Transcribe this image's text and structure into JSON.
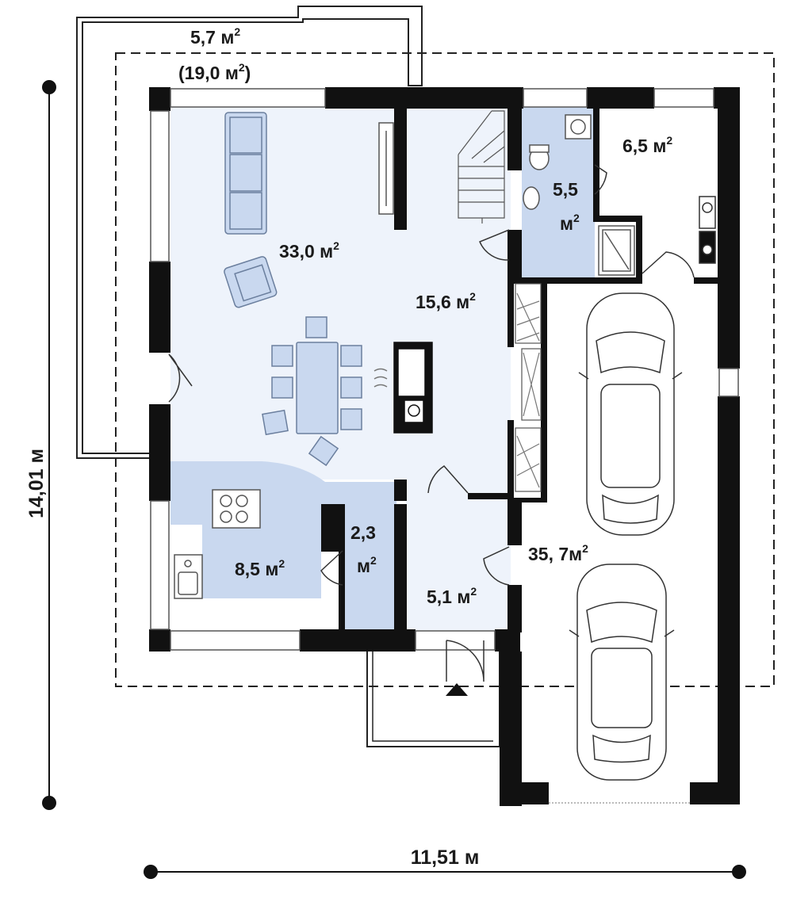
{
  "colors": {
    "wall": "#111111",
    "room_fill": "#eef3fb",
    "furniture_fill": "#c9d8ef",
    "furniture_stroke": "#6b7f9e",
    "dashed": "#222222"
  },
  "labels": {
    "terrace_area": "5,7 м",
    "terrace_area_sup": "2",
    "terrace_area_total": "(19,0 м",
    "terrace_area_total_sup": "2",
    "terrace_area_total_close": ")",
    "living_area": "33,0 м",
    "living_sup": "2",
    "hall_area": "15,6 м",
    "hall_sup": "2",
    "bath_area": "5,5",
    "bath_unit": "м",
    "bath_sup": "2",
    "boiler_area": "6,5 м",
    "boiler_sup": "2",
    "kitchen_area": "8,5 м",
    "kitchen_sup": "2",
    "pantry_area": "2,3",
    "pantry_unit": "м",
    "pantry_sup": "2",
    "vestibule_area": "5,1 м",
    "vestibule_sup": "2",
    "garage_area": "35, 7м",
    "garage_sup": "2"
  },
  "dimensions": {
    "height": "14,01 м",
    "width": "11,51 м"
  },
  "icons": [
    "entrance-arrow-icon",
    "car-icon",
    "sofa-icon",
    "armchair-icon",
    "stove-icon",
    "sink-icon",
    "toilet-icon",
    "shower-icon",
    "fireplace-icon"
  ]
}
